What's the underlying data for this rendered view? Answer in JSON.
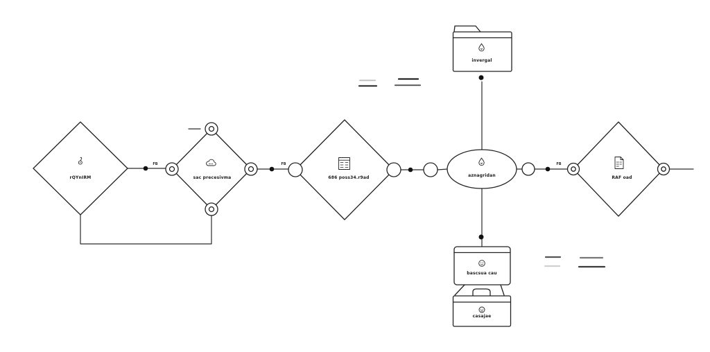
{
  "diagram": {
    "colors": {
      "canvas": "#ffffff",
      "stroke": "#222222",
      "node_fill": "#ffffff",
      "label_color": "#1a1a1a",
      "dot_color": "#111111"
    },
    "nodes": {
      "source": {
        "shape": "diamond",
        "label": "rQYnIRM",
        "icon": "pin-icon"
      },
      "preprocess": {
        "shape": "diamond-with-port-circles",
        "label": "sac precesivma",
        "icon": "cloud-icon"
      },
      "dataset": {
        "shape": "diamond",
        "label": "686 poss34.r9ad",
        "icon": "table-icon"
      },
      "hub": {
        "shape": "ellipse",
        "label": "aznagridan",
        "icon": "droplet-icon"
      },
      "folder": {
        "shape": "folder",
        "label": "invergal",
        "icon": "droplet-icon"
      },
      "card_top": {
        "shape": "card",
        "label": "bascsua cau",
        "icon": "gauge-icon"
      },
      "card_bottom": {
        "shape": "card",
        "label": "casajae",
        "icon": "gauge-icon"
      },
      "output": {
        "shape": "diamond-with-port-circles",
        "label": "RAF oad",
        "icon": "document-icon"
      }
    },
    "edge_labels": {
      "e1": "FB",
      "e2": "FB",
      "e3": "FB"
    }
  }
}
